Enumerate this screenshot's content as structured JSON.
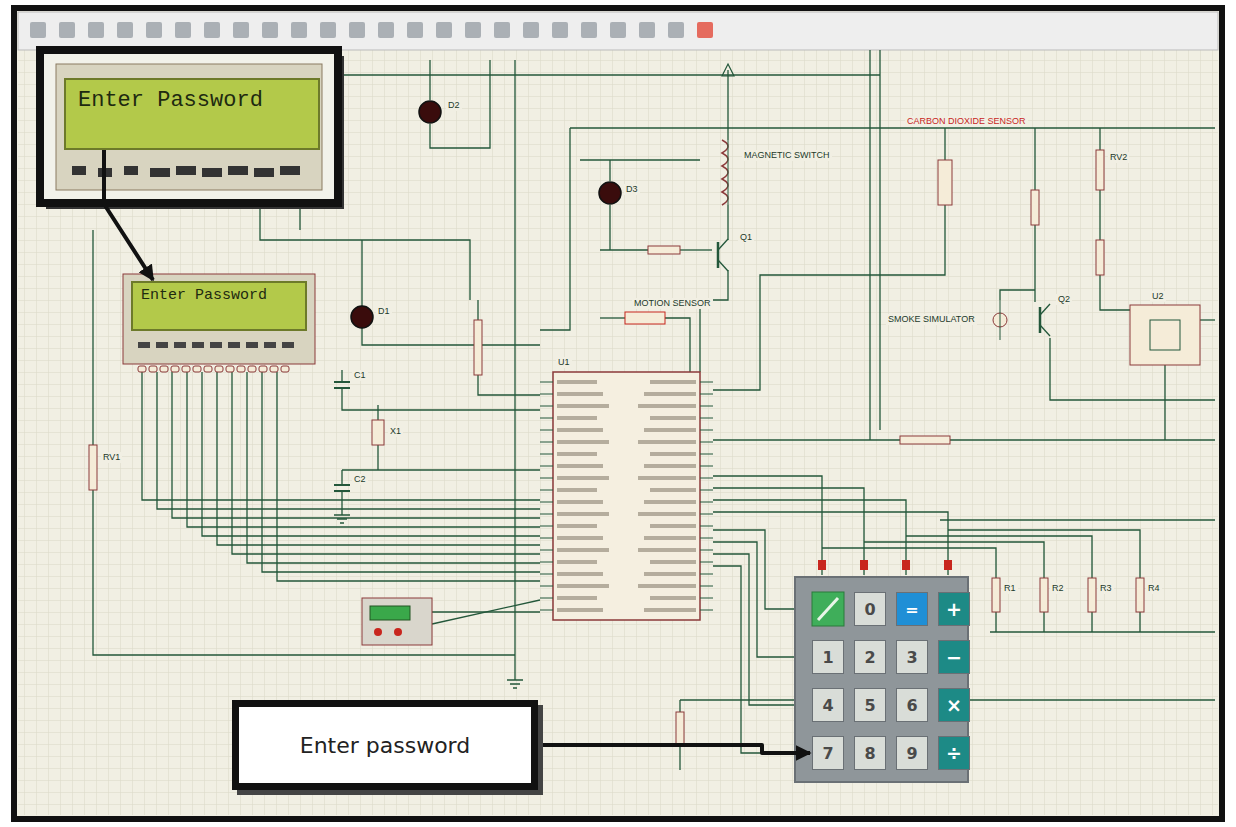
{
  "diagram": {
    "nodes": [
      {
        "text": [
          "Enter Password"
        ]
      },
      {
        "text": [
          "Enter Password"
        ]
      },
      {
        "text": [
          "0"
        ]
      },
      {
        "text": [
          "="
        ]
      },
      {
        "text": [
          "+"
        ]
      },
      {
        "text": [
          "1"
        ]
      },
      {
        "text": [
          "2"
        ]
      },
      {
        "text": [
          "3"
        ]
      },
      {
        "text": [
          "−"
        ]
      },
      {
        "text": [
          "4"
        ]
      },
      {
        "text": [
          "5"
        ]
      },
      {
        "text": [
          "6"
        ]
      },
      {
        "text": [
          "×"
        ]
      },
      {
        "text": [
          "7"
        ]
      },
      {
        "text": [
          "8"
        ]
      },
      {
        "text": [
          "9"
        ]
      },
      {
        "text": [
          "÷"
        ]
      },
      {
        "text": [
          "Enter password"
        ]
      }
    ],
    "edges": [
      {
        "from": 0,
        "to": 1,
        "arrow": "to"
      },
      {
        "from": 17,
        "to": 13,
        "arrow": "to"
      }
    ],
    "labels": [
      "MAGNETIC SWITCH",
      "MOTION SENSOR",
      "SMOKE SIMULATOR",
      "CARBON DIOXIDE SENSOR",
      "U1",
      "Q1",
      "Q2",
      "R1",
      "R2",
      "R3",
      "R4",
      "RV1",
      "RV2",
      "C1",
      "C2",
      "X1",
      "D1",
      "D2",
      "D3",
      "U2"
    ]
  }
}
